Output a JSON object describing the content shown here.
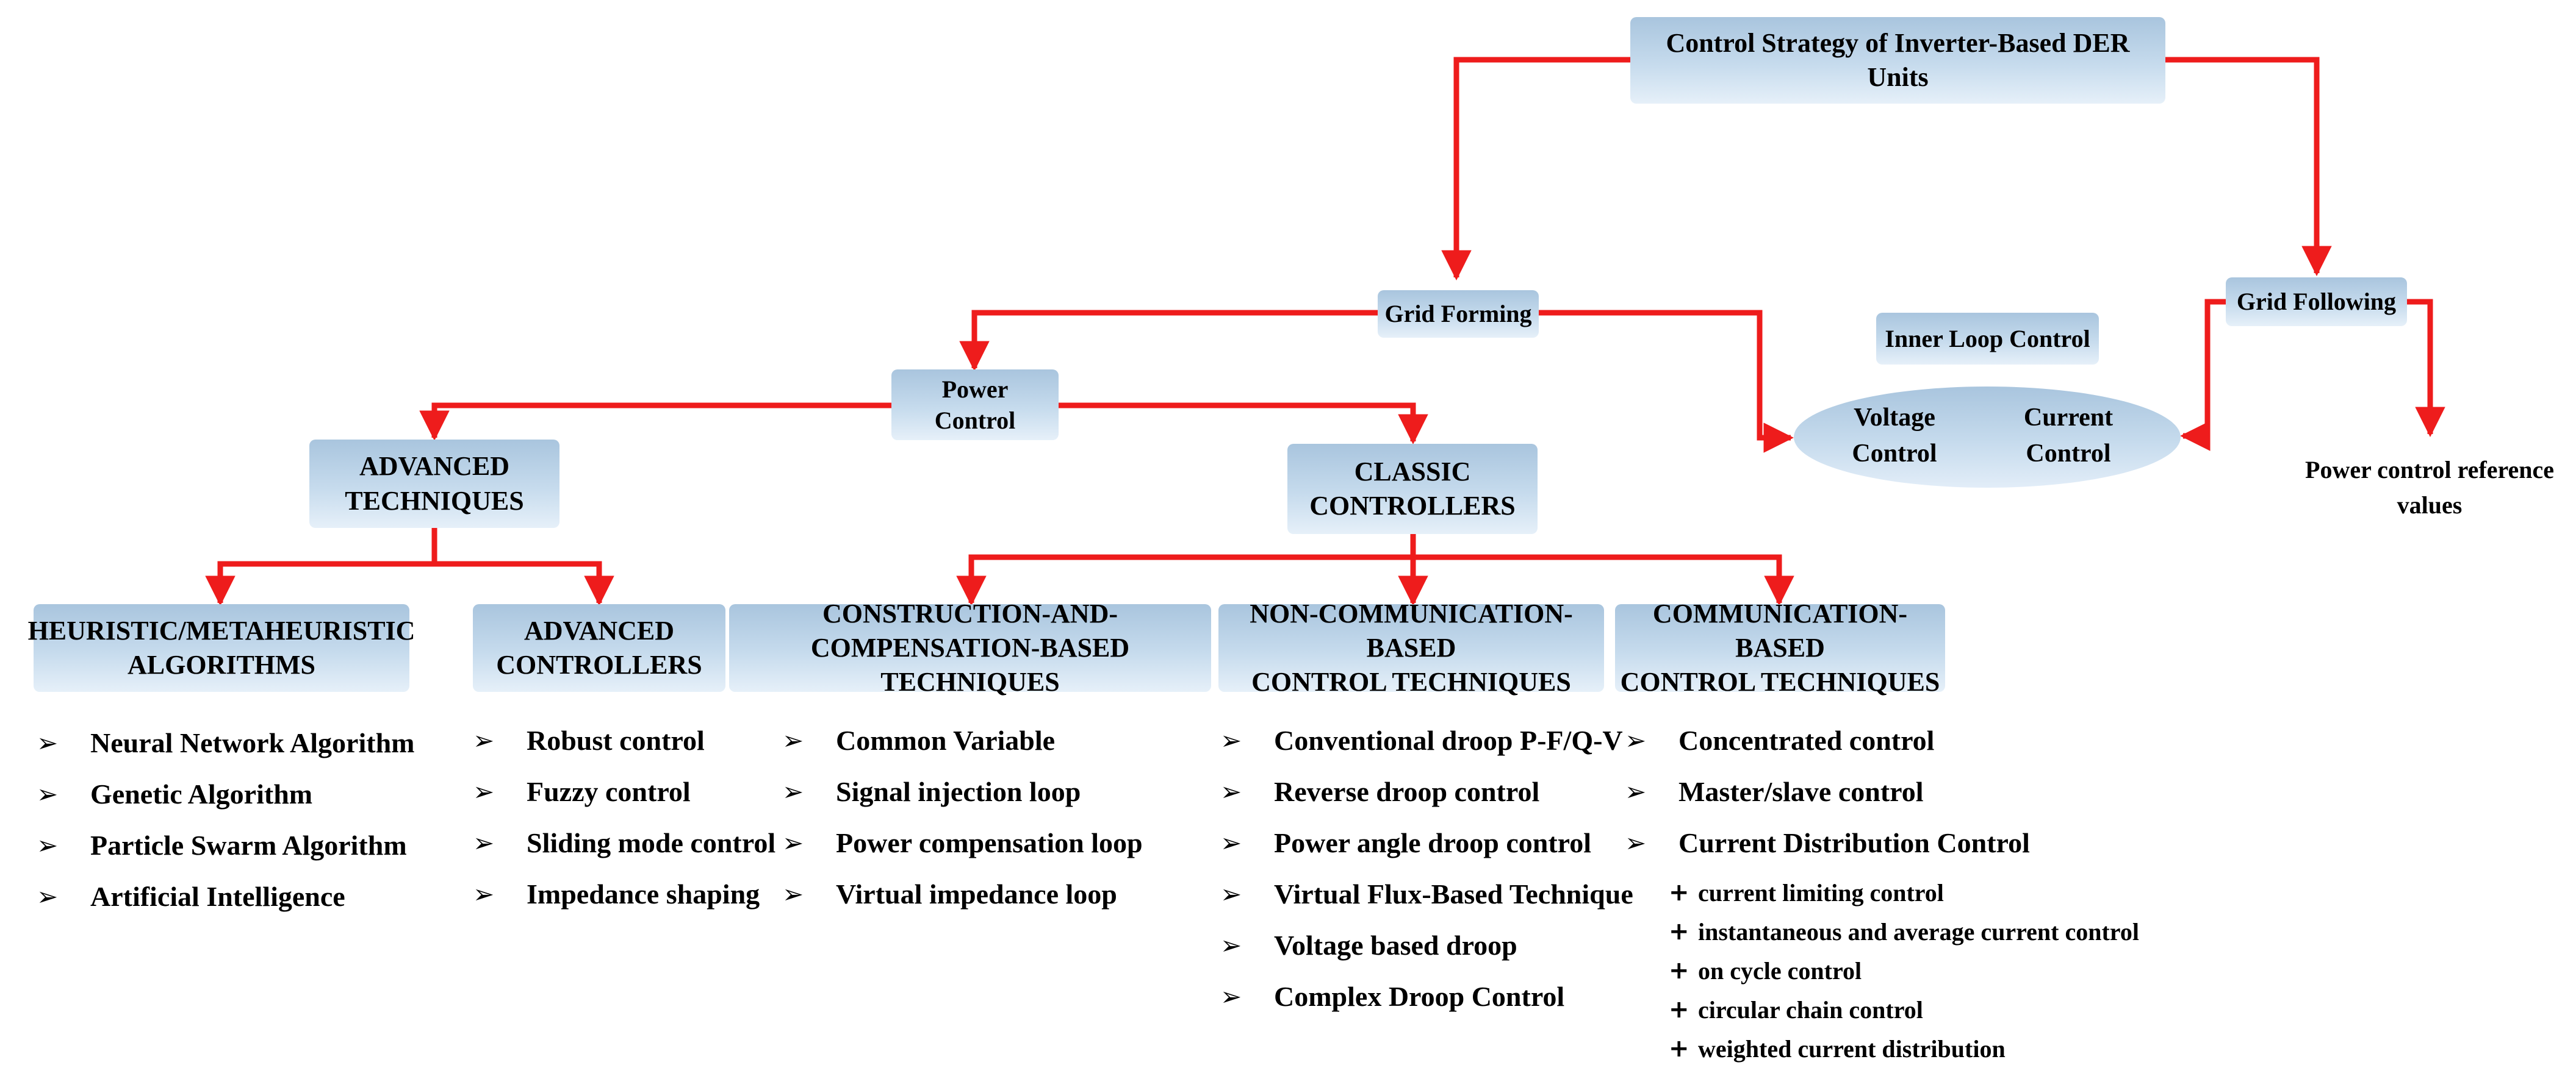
{
  "root": {
    "label": "Control Strategy of Inverter-Based DER\nUnits"
  },
  "grid_forming": {
    "label": "Grid Forming"
  },
  "grid_following": {
    "label": "Grid Following",
    "output": "Power control reference\nvalues"
  },
  "inner_loop": {
    "label": "Inner Loop Control",
    "voltage": "Voltage\nControl",
    "current": "Current\nControl"
  },
  "power_control": {
    "label": "Power\nControl"
  },
  "advanced_techniques": {
    "label": "ADVANCED\nTECHNIQUES"
  },
  "classic_controllers": {
    "label": "CLASSIC\nCONTROLLERS"
  },
  "categories": {
    "heuristic": {
      "label": "HEURISTIC/METAHEURISTIC\nALGORITHMS",
      "items": [
        "Neural Network Algorithm",
        "Genetic Algorithm",
        "Particle Swarm Algorithm",
        "Artificial Intelligence"
      ]
    },
    "advanced_controllers": {
      "label": "ADVANCED\nCONTROLLERS",
      "items": [
        "Robust control",
        "Fuzzy control",
        "Sliding mode control",
        "Impedance shaping"
      ]
    },
    "construction": {
      "label": "CONSTRUCTION-AND-\nCOMPENSATION-BASED TECHNIQUES",
      "items": [
        "Common Variable",
        "Signal injection loop",
        "Power compensation loop",
        "Virtual impedance loop"
      ]
    },
    "noncomm": {
      "label": "NON-COMMUNICATION-BASED\nCONTROL TECHNIQUES",
      "items": [
        "Conventional droop P-F/Q-V",
        "Reverse droop control",
        "Power angle droop control",
        "Virtual Flux-Based Technique",
        "Voltage based droop",
        "Complex Droop Control"
      ]
    },
    "comm": {
      "label": "COMMUNICATION- BASED\nCONTROL TECHNIQUES",
      "items": [
        "Concentrated control",
        "Master/slave control",
        "Current Distribution Control"
      ],
      "sub_items": [
        "current limiting control",
        "instantaneous and average current control",
        "on cycle control",
        "circular chain control",
        "weighted current distribution"
      ]
    }
  },
  "markers": {
    "bullet": "➢",
    "plus": "+"
  },
  "colors": {
    "arrow": "#ee1c1c",
    "box_top": "#a9c5de",
    "box_bottom": "#e6f0f9"
  }
}
